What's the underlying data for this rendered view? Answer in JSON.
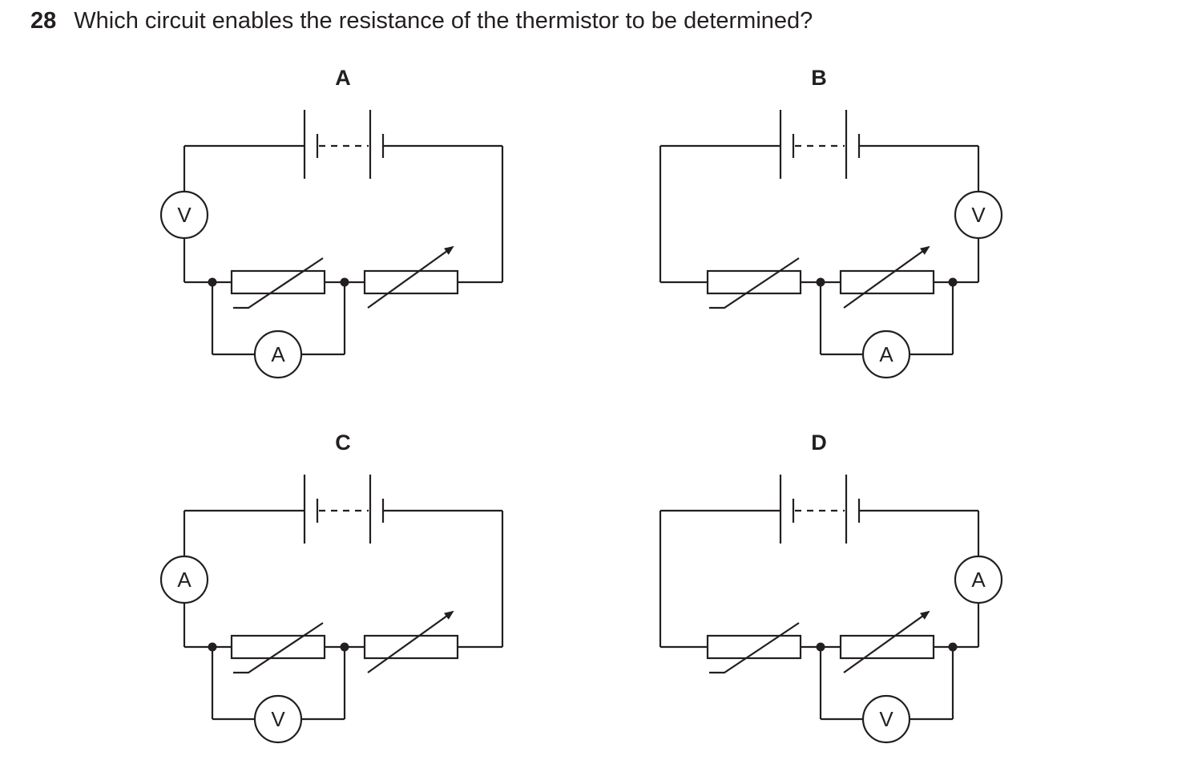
{
  "question": {
    "number": "28",
    "text": "Which circuit enables the resistance of the thermistor to be determined?"
  },
  "options": [
    {
      "label": "A",
      "series_meter": "V",
      "parallel_meter": "A",
      "series_side": "left",
      "parallel_across": "thermistor"
    },
    {
      "label": "B",
      "series_meter": "V",
      "parallel_meter": "A",
      "series_side": "right",
      "parallel_across": "variable-resistor"
    },
    {
      "label": "C",
      "series_meter": "A",
      "parallel_meter": "V",
      "series_side": "left",
      "parallel_across": "thermistor"
    },
    {
      "label": "D",
      "series_meter": "A",
      "parallel_meter": "V",
      "series_side": "right",
      "parallel_across": "variable-resistor"
    }
  ]
}
